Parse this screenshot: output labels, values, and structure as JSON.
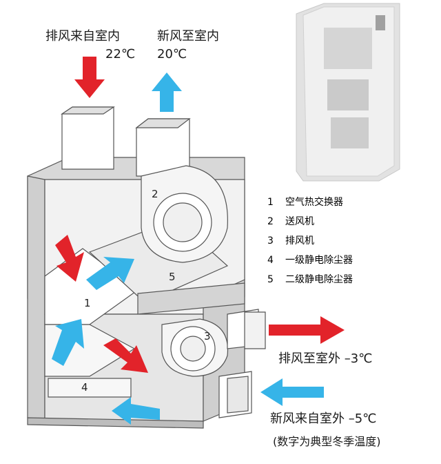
{
  "colors": {
    "red_arrow": "#e2232a",
    "blue_arrow": "#36b4e8",
    "unit_line": "#555555",
    "unit_fill": "#e9e9e9"
  },
  "top_left": {
    "title": "排风来自室内",
    "temp": "22℃",
    "arrow": "red-down-arrow"
  },
  "top_right": {
    "title": "新风至室内",
    "temp": "20℃",
    "arrow": "blue-up-arrow"
  },
  "numbers": {
    "n1": "1",
    "n2": "2",
    "n3": "3",
    "n4": "4",
    "n5": "5"
  },
  "legend": [
    {
      "no": "1",
      "text": "空气热交换器"
    },
    {
      "no": "2",
      "text": "送风机"
    },
    {
      "no": "3",
      "text": "排风机"
    },
    {
      "no": "4",
      "text": "一级静电除尘器"
    },
    {
      "no": "5",
      "text": "二级静电除尘器"
    }
  ],
  "right_labels": {
    "exhaust_out": "排风至室外 –3℃",
    "fresh_in": "新风来自室外 –5℃",
    "note": "(数字为典型冬季温度)"
  }
}
